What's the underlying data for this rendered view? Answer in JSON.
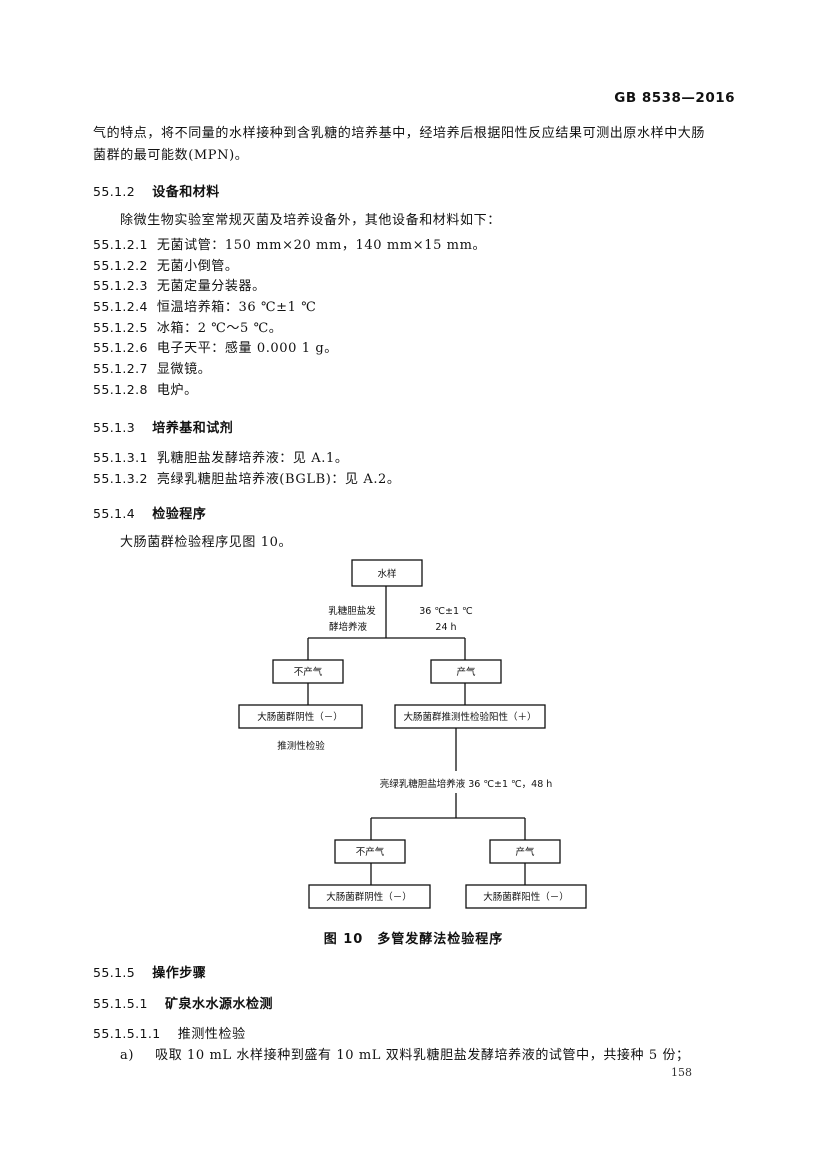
{
  "header": {
    "standard": "GB 8538—2016"
  },
  "paragraph_top": {
    "line1": "气的特点，将不同量的水样接种到含乳糖的培养基中，经培养后根据阳性反应结果可测出原水样中大肠",
    "line2": "菌群的最可能数(MPN)。"
  },
  "sections": {
    "s5512": {
      "num": "55.1.2",
      "title": "设备和材料"
    },
    "intro": "除微生物实验室常规灭菌及培养设备外，其他设备和材料如下：",
    "equipment": [
      {
        "num": "55.1.2.1",
        "text": "无菌试管：150 mm×20 mm，140 mm×15 mm。"
      },
      {
        "num": "55.1.2.2",
        "text": "无菌小倒管。"
      },
      {
        "num": "55.1.2.3",
        "text": "无菌定量分装器。"
      },
      {
        "num": "55.1.2.4",
        "text": "恒温培养箱：36 ℃±1 ℃"
      },
      {
        "num": "55.1.2.5",
        "text": "冰箱：2 ℃～5 ℃。"
      },
      {
        "num": "55.1.2.6",
        "text": "电子天平：感量 0.000 1 g。"
      },
      {
        "num": "55.1.2.7",
        "text": "显微镜。"
      },
      {
        "num": "55.1.2.8",
        "text": "电炉。"
      }
    ],
    "s5513": {
      "num": "55.1.3",
      "title": "培养基和试剂"
    },
    "media": [
      {
        "num": "55.1.3.1",
        "text": "乳糖胆盐发酵培养液：见 A.1。"
      },
      {
        "num": "55.1.3.2",
        "text": "亮绿乳糖胆盐培养液(BGLB)：见 A.2。"
      }
    ],
    "s5514": {
      "num": "55.1.4",
      "title": "检验程序"
    },
    "procedure_ref": "大肠菌群检验程序见图 10。",
    "s5515": {
      "num": "55.1.5",
      "title": "操作步骤"
    },
    "s55151": {
      "num": "55.1.5.1",
      "title": "矿泉水水源水检测"
    },
    "s551511": {
      "num": "55.1.5.1.1",
      "title": "推测性检验"
    },
    "item_a": {
      "label": "a)",
      "text": "吸取 10 mL 水样接种到盛有 10 mL 双料乳糖胆盐发酵培养液的试管中，共接种 5 份；"
    }
  },
  "flowchart": {
    "water_sample": "水样",
    "medium1_line1": "乳糖胆盐发",
    "medium1_line2": "酵培养液",
    "cond1_line1": "36 ℃±1 ℃",
    "cond1_line2": "24 h",
    "no_gas_1": "不产气",
    "gas_1": "产气",
    "negative_1": "大肠菌群阴性（－）",
    "presumptive_positive": "大肠菌群推测性检验阳性（＋）",
    "presumptive_test": "推测性检验",
    "confirm_step": "亮绿乳糖胆盐培养液 36 ℃±1 ℃，48 h",
    "no_gas_2": "不产气",
    "gas_2": "产气",
    "negative_2": "大肠菌群阴性（－）",
    "positive_2": "大肠菌群阳性（－）"
  },
  "figure": {
    "caption": "图 10　多管发酵法检验程序"
  },
  "page_number": "158"
}
